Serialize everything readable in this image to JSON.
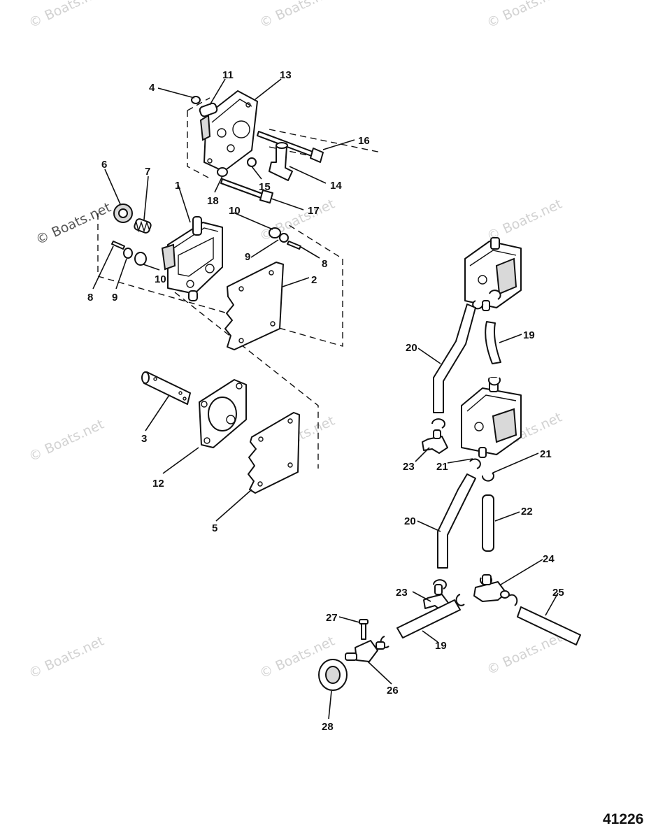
{
  "figure_number": "41226",
  "watermark_text": "© Boats.net",
  "callouts": [
    "1",
    "2",
    "3",
    "4",
    "5",
    "6",
    "7",
    "8",
    "8",
    "9",
    "9",
    "10",
    "10",
    "11",
    "12",
    "13",
    "14",
    "15",
    "16",
    "17",
    "18",
    "19",
    "19",
    "20",
    "20",
    "21",
    "21",
    "22",
    "23",
    "23",
    "24",
    "25",
    "26",
    "27",
    "28"
  ],
  "colors": {
    "ink": "#111111",
    "watermark": "#d2d2d2",
    "background": "#ffffff"
  }
}
